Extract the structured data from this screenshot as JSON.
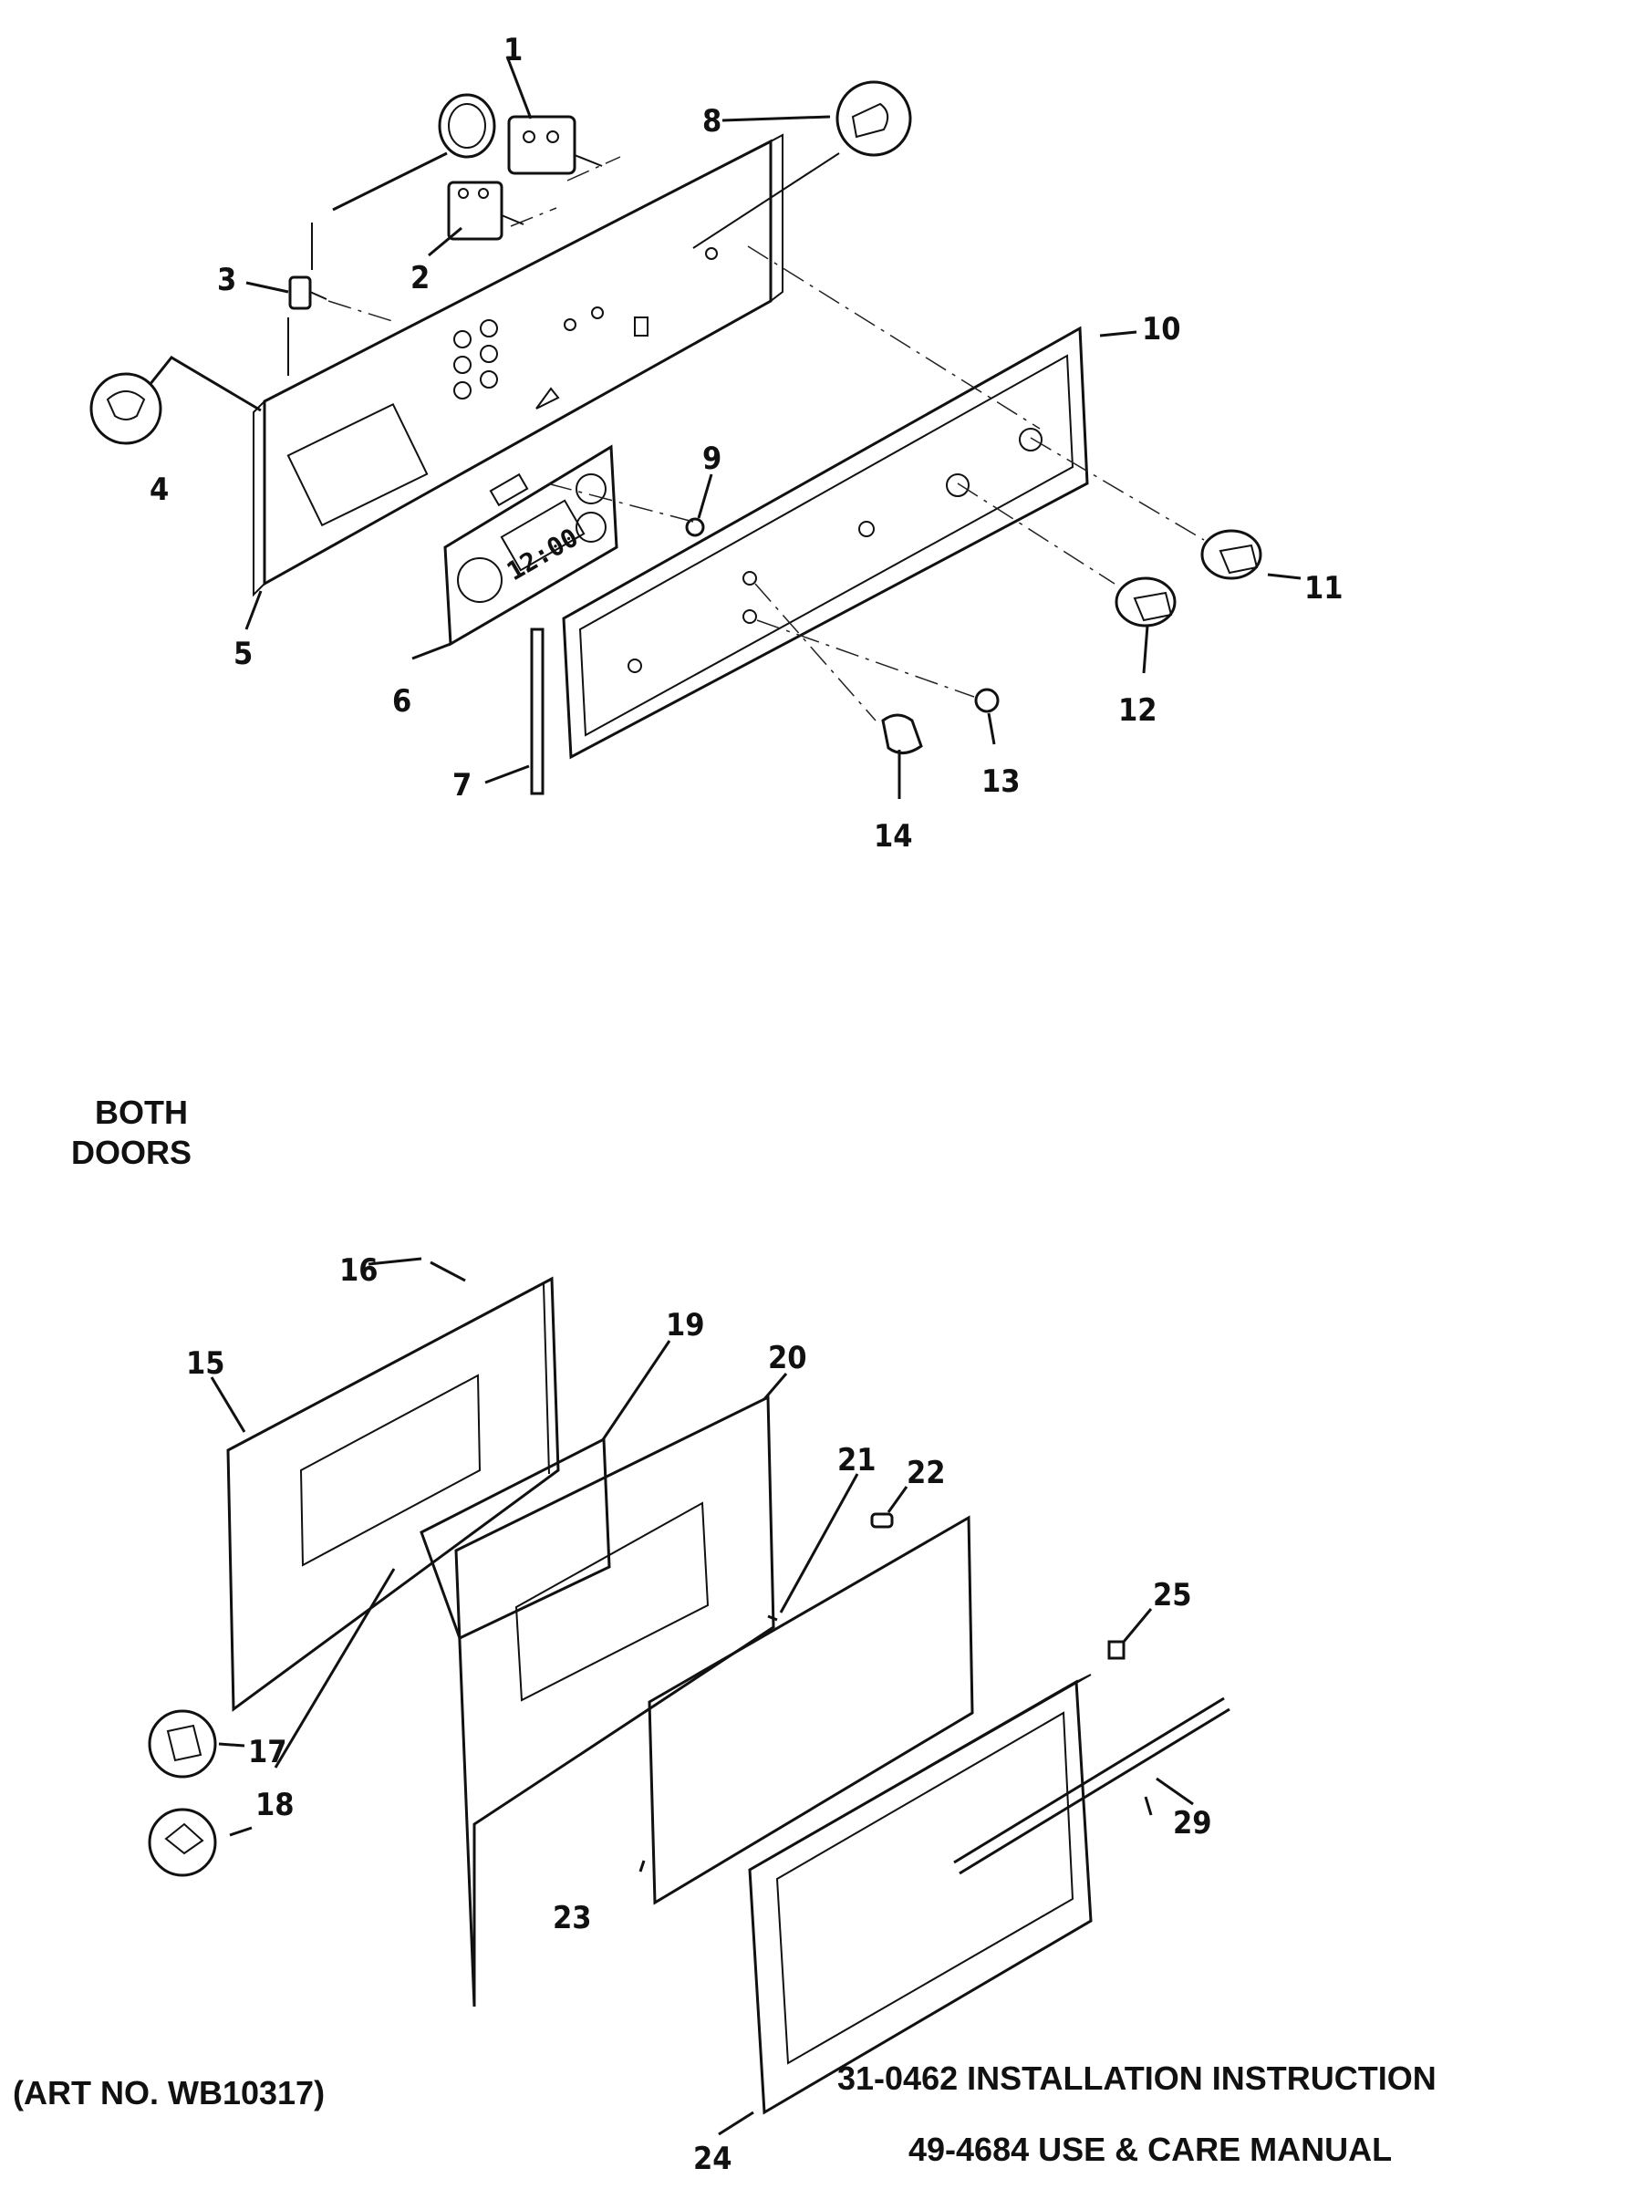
{
  "heading": {
    "line1": "BOTH",
    "line2": "DOORS"
  },
  "art_number": "(ART NO. WB10317)",
  "notes": [
    "31-0462 INSTALLATION INSTRUCTION",
    "49-4684 USE & CARE MANUAL"
  ],
  "clock_readout": "12:00",
  "callouts": [
    "1",
    "2",
    "3",
    "4",
    "5",
    "6",
    "7",
    "8",
    "9",
    "10",
    "11",
    "12",
    "13",
    "14",
    "15",
    "16",
    "17",
    "18",
    "19",
    "20",
    "21",
    "22",
    "23",
    "24",
    "25",
    "29"
  ]
}
